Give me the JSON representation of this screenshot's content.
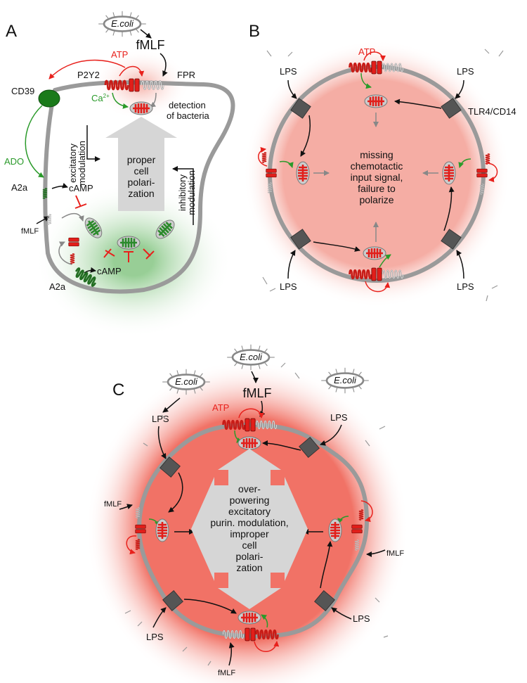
{
  "panels": {
    "a": "A",
    "b": "B",
    "c": "C"
  },
  "panel_a": {
    "ecoli": "E.coli",
    "fmlf_top": "fMLF",
    "atp": "ATP",
    "p2y2": "P2Y2",
    "fpr": "FPR",
    "ca": "Ca",
    "ca_sup": "2+",
    "cd39": "CD39",
    "detection_1": "detection",
    "detection_2": "of bacteria",
    "excitatory_1": "excitatory",
    "excitatory_2": "modulation",
    "proper_1": "proper",
    "proper_2": "cell",
    "proper_3": "polari-",
    "proper_4": "zation",
    "inhibitory_1": "inhibitory",
    "inhibitory_2": "modulation",
    "ado": "ADO",
    "a2a_top": "A2a",
    "camp_top": "cAMP",
    "fmlf_side": "fMLF",
    "camp_bottom": "cAMP",
    "a2a_bottom": "A2a"
  },
  "panel_b": {
    "atp": "ATP",
    "lps_tl": "LPS",
    "lps_tr": "LPS",
    "lps_bl": "LPS",
    "lps_br": "LPS",
    "tlr4": "TLR4/CD14",
    "center_1": "missing",
    "center_2": "chemotactic",
    "center_3": "input signal,",
    "center_4": "failure to",
    "center_5": "polarize"
  },
  "panel_c": {
    "ecoli_left": "E.coli",
    "ecoli_center": "E.coli",
    "ecoli_right": "E.coli",
    "fmlf_top": "fMLF",
    "atp": "ATP",
    "lps_tl": "LPS",
    "lps_tr": "LPS",
    "lps_bl": "LPS",
    "lps_br": "LPS",
    "fmlf_left": "fMLF",
    "fmlf_right": "fMLF",
    "fmlf_bottom": "fMLF",
    "center_1": "over-",
    "center_2": "powering",
    "center_3": "excitatory",
    "center_4": "purin. modulation,",
    "center_5": "improper",
    "center_6": "cell",
    "center_7": "polari-",
    "center_8": "zation"
  }
}
